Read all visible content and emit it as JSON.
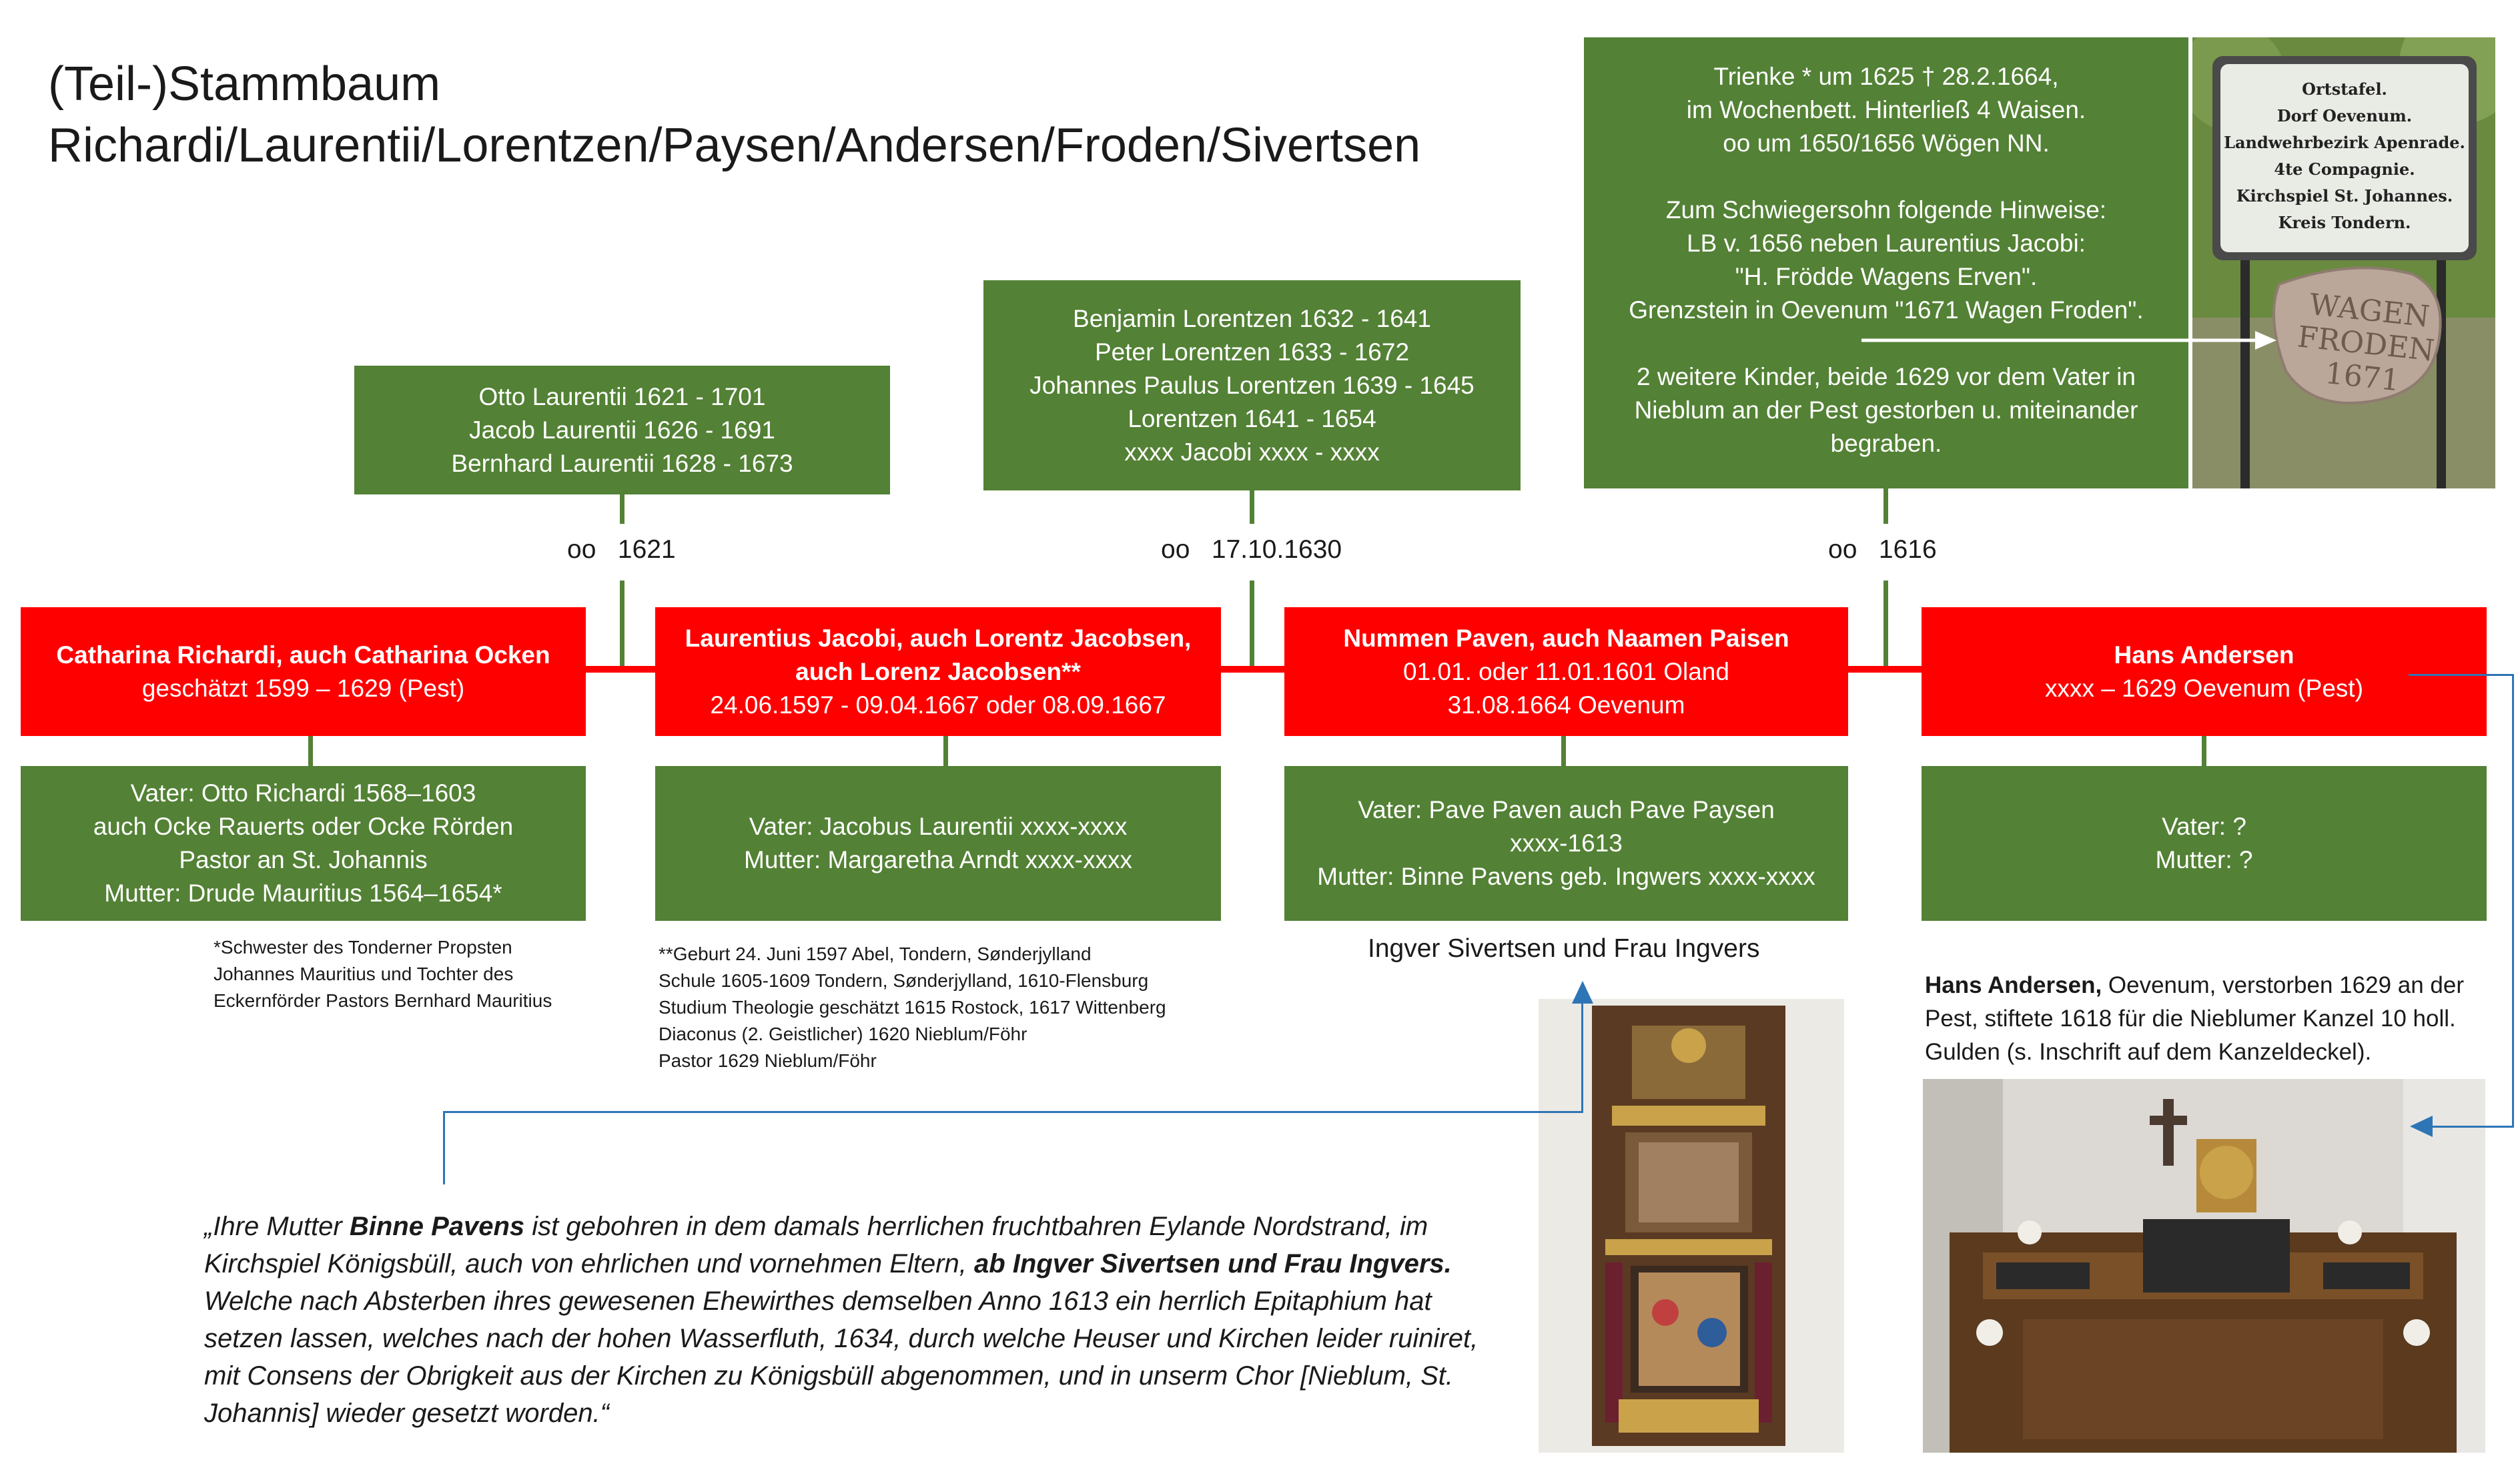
{
  "title": {
    "line1": "(Teil-)Stammbaum",
    "line2": "Richardi/Laurentii/Lorentzen/Paysen/Andersen/Froden/Sivertsen"
  },
  "children": {
    "laurentii": [
      "Otto Laurentii 1621 - 1701",
      "Jacob Laurentii 1626 - 1691",
      "Bernhard Laurentii 1628 - 1673"
    ],
    "lorentzen": [
      "Benjamin Lorentzen 1632 - 1641",
      "Peter Lorentzen 1633 - 1672",
      "Johannes Paulus Lorentzen 1639 - 1645",
      "Lorentzen 1641 - 1654",
      "xxxx Jacobi xxxx - xxxx"
    ],
    "trienke": [
      "Trienke * um 1625 † 28.2.1664,",
      "im Wochenbett. Hinterließ 4 Waisen.",
      "oo um 1650/1656 Wögen NN.",
      "",
      "Zum Schwiegersohn folgende Hinweise:",
      "LB v. 1656 neben Laurentius Jacobi:",
      "\"H. Frödde Wagens Erven\".",
      "Grenzstein in Oevenum \"1671 Wagen Froden\".",
      "",
      "2 weitere Kinder, beide 1629 vor dem Vater in",
      "Nieblum an der Pest gestorben u. miteinander",
      "begraben."
    ]
  },
  "marriages": {
    "m1": {
      "symbol": "oo",
      "year": "1621"
    },
    "m2": {
      "symbol": "oo",
      "year": "17.10.1630"
    },
    "m3": {
      "symbol": "oo",
      "year": "1616"
    }
  },
  "persons": {
    "catharina": {
      "name": "Catharina Richardi, auch Catharina Ocken",
      "dates": "geschätzt 1599 – 1629 (Pest)"
    },
    "laurentius": {
      "name1": "Laurentius Jacobi, auch Lorentz Jacobsen,",
      "name2": "auch Lorenz Jacobsen**",
      "dates": "24.06.1597 - 09.04.1667 oder 08.09.1667"
    },
    "nummen": {
      "name": "Nummen Paven, auch Naamen Paisen",
      "dates1": "01.01. oder 11.01.1601 Oland",
      "dates2": "31.08.1664 Oevenum"
    },
    "hans": {
      "name": "Hans Andersen",
      "dates": "xxxx – 1629 Oevenum (Pest)"
    }
  },
  "parents": {
    "catharina": [
      "Vater: Otto Richardi 1568–1603",
      "auch Ocke Rauerts oder  Ocke Rörden",
      "Pastor an St. Johannis",
      "Mutter: Drude Mauritius 1564–1654*"
    ],
    "laurentius": [
      "Vater: Jacobus Laurentii xxxx-xxxx",
      "Mutter: Margaretha Arndt xxxx-xxxx"
    ],
    "nummen": [
      "Vater: Pave Paven auch Pave Paysen",
      "xxxx-1613",
      "Mutter: Binne Pavens geb. Ingwers xxxx-xxxx"
    ],
    "hans": [
      "Vater: ?",
      "Mutter: ?"
    ]
  },
  "notes": {
    "drude": [
      "*Schwester des Tonderner Propsten",
      "Johannes Mauritius und Tochter des",
      "Eckernförder Pastors Bernhard Mauritius"
    ],
    "laurentius": [
      "**Geburt 24. Juni 1597 Abel, Tondern, Sønderjylland",
      "Schule 1605-1609 Tondern, Sønderjylland, 1610-Flensburg",
      "Studium Theologie geschätzt 1615 Rostock, 1617 Wittenberg",
      "Diaconus (2. Geistlicher) 1620 Nieblum/Föhr",
      "Pastor 1629 Nieblum/Föhr"
    ],
    "ingver_caption": "Ingver Sivertsen und Frau Ingvers",
    "hans_name": "Hans Andersen,",
    "hans_text": " Oevenum, verstorben 1629 an der Pest, stiftete 1618 für die Nieblumer Kanzel 10 holl. Gulden  (s. Inschrift auf dem Kanzeldeckel)."
  },
  "quote": {
    "p1": "„Ihre Mutter ",
    "b1": "Binne Pavens",
    "p2": " ist gebohren in dem damals herrlichen fruchtbahren Eylande Nordstrand, im Kirchspiel Königsbüll, auch von ehrlichen und vornehmen Eltern, ",
    "b2": "ab Ingver Sivertsen und Frau Ingvers.",
    "p3": " Welche nach Absterben ihres gewesenen Ehewirthes demselben Anno 1613 ein herrlich Epitaphium hat setzen lassen, welches nach der hohen Wasserfluth, 1634, durch welche Heuser und Kirchen leider ruiniret, mit Consens der Obrigkeit aus der Kirchen zu Königsbüll abgenommen, und in unserm Chor [Nieblum, St. Johannis] ",
    "p4": "wieder gesetzt worden.“"
  },
  "sign": {
    "lines": [
      "Ortstafel.",
      "Dorf Oevenum.",
      "Landwehrbezirk Apenrade.",
      "4te Compagnie.",
      "Kirchspiel St. Johannes.",
      "Kreis Tondern."
    ],
    "stone": [
      "WAGEN",
      "FRODEN",
      "1671"
    ]
  },
  "colors": {
    "green": "#538135",
    "red": "#ff0000",
    "arrow_blue": "#2e75b6"
  }
}
